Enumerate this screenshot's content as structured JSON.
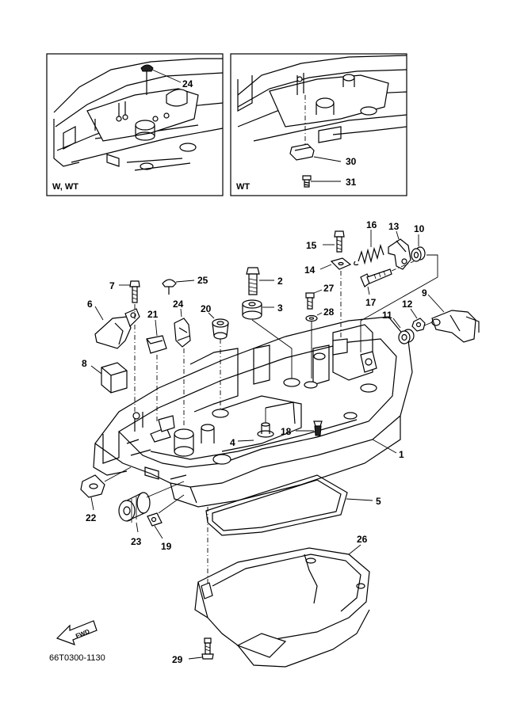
{
  "insets": [
    {
      "caption": "W, WT",
      "callouts": [
        "24"
      ]
    },
    {
      "caption": "WT",
      "callouts": [
        "30",
        "31"
      ]
    }
  ],
  "callouts": [
    "1",
    "2",
    "3",
    "4",
    "5",
    "6",
    "7",
    "8",
    "9",
    "10",
    "11",
    "12",
    "13",
    "14",
    "15",
    "16",
    "17",
    "18",
    "19",
    "20",
    "21",
    "22",
    "23",
    "24",
    "25",
    "26",
    "27",
    "28",
    "29"
  ],
  "fwd_label": "FWD",
  "drawing_code": "66T0300-1130"
}
